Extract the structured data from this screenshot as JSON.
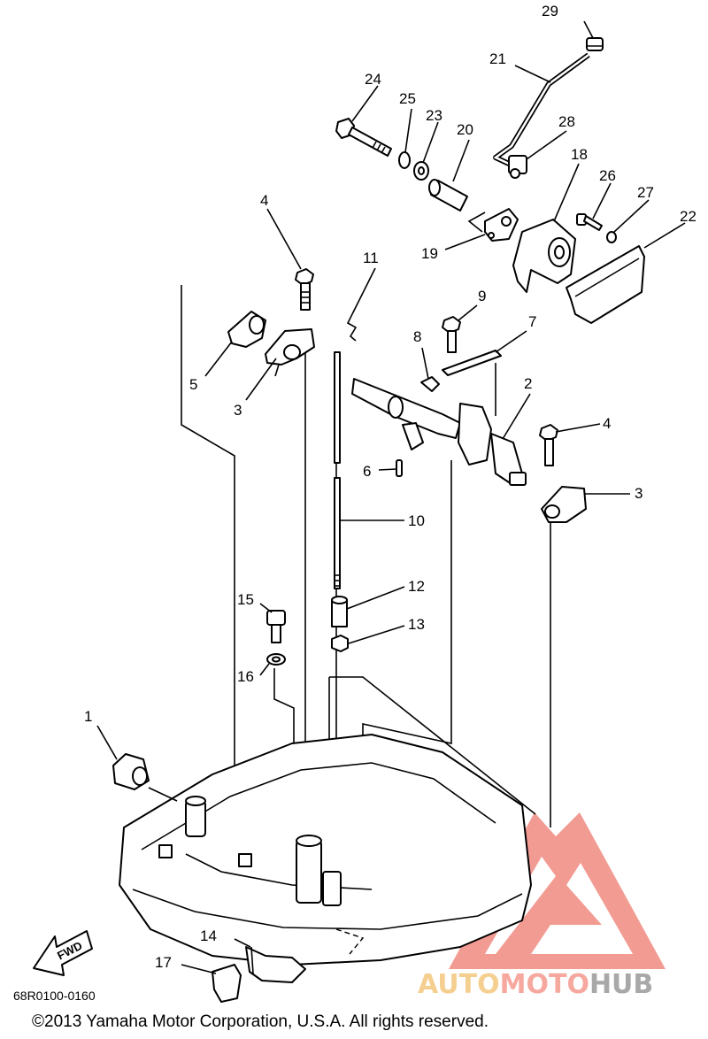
{
  "diagram": {
    "callouts": [
      {
        "id": "c1",
        "text": "1"
      },
      {
        "id": "c2",
        "text": "2"
      },
      {
        "id": "c3a",
        "text": "3"
      },
      {
        "id": "c3b",
        "text": "3"
      },
      {
        "id": "c4a",
        "text": "4"
      },
      {
        "id": "c4b",
        "text": "4"
      },
      {
        "id": "c5",
        "text": "5"
      },
      {
        "id": "c6",
        "text": "6"
      },
      {
        "id": "c7",
        "text": "7"
      },
      {
        "id": "c8",
        "text": "8"
      },
      {
        "id": "c9",
        "text": "9"
      },
      {
        "id": "c10",
        "text": "10"
      },
      {
        "id": "c11",
        "text": "11"
      },
      {
        "id": "c12",
        "text": "12"
      },
      {
        "id": "c13",
        "text": "13"
      },
      {
        "id": "c14",
        "text": "14"
      },
      {
        "id": "c15",
        "text": "15"
      },
      {
        "id": "c16",
        "text": "16"
      },
      {
        "id": "c17",
        "text": "17"
      },
      {
        "id": "c18",
        "text": "18"
      },
      {
        "id": "c19",
        "text": "19"
      },
      {
        "id": "c20",
        "text": "20"
      },
      {
        "id": "c21",
        "text": "21"
      },
      {
        "id": "c22",
        "text": "22"
      },
      {
        "id": "c23",
        "text": "23"
      },
      {
        "id": "c24",
        "text": "24"
      },
      {
        "id": "c25",
        "text": "25"
      },
      {
        "id": "c26",
        "text": "26"
      },
      {
        "id": "c27",
        "text": "27"
      },
      {
        "id": "c28",
        "text": "28"
      },
      {
        "id": "c29",
        "text": "29"
      }
    ],
    "fwd_label": "FWD",
    "diagram_code": "68R0100-0160",
    "copyright": "©2013 Yamaha Motor Corporation, U.S.A. All rights reserved."
  },
  "watermark": {
    "part1": "AUTO",
    "part2": "MOTO",
    "part3": "HUB",
    "colors": {
      "triangle": "#f08a80",
      "auto": "#f4c77c",
      "moto": "#f59a8f",
      "hub": "#9a9a9a"
    }
  }
}
